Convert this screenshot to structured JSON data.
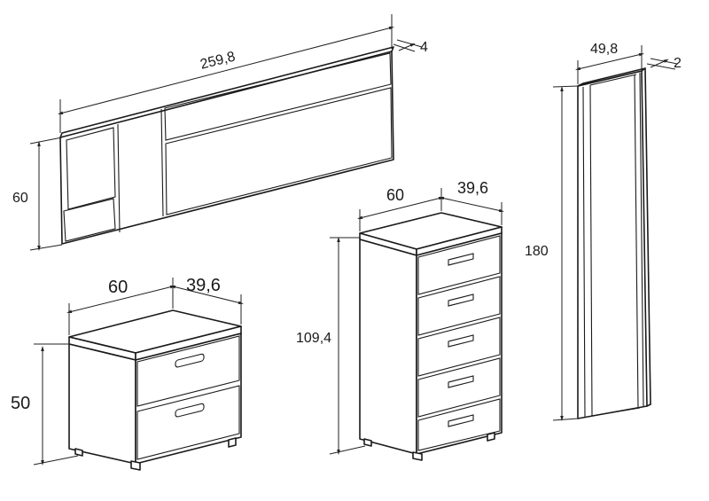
{
  "units": "",
  "headboard": {
    "width": "259,8",
    "height": "60",
    "depth": "4"
  },
  "nightstand": {
    "width": "60",
    "depth": "39,6",
    "height": "50"
  },
  "chest": {
    "width": "60",
    "depth": "39,6",
    "height": "109,4"
  },
  "mirror": {
    "width": "49,8",
    "depth": "2",
    "height": "180"
  }
}
